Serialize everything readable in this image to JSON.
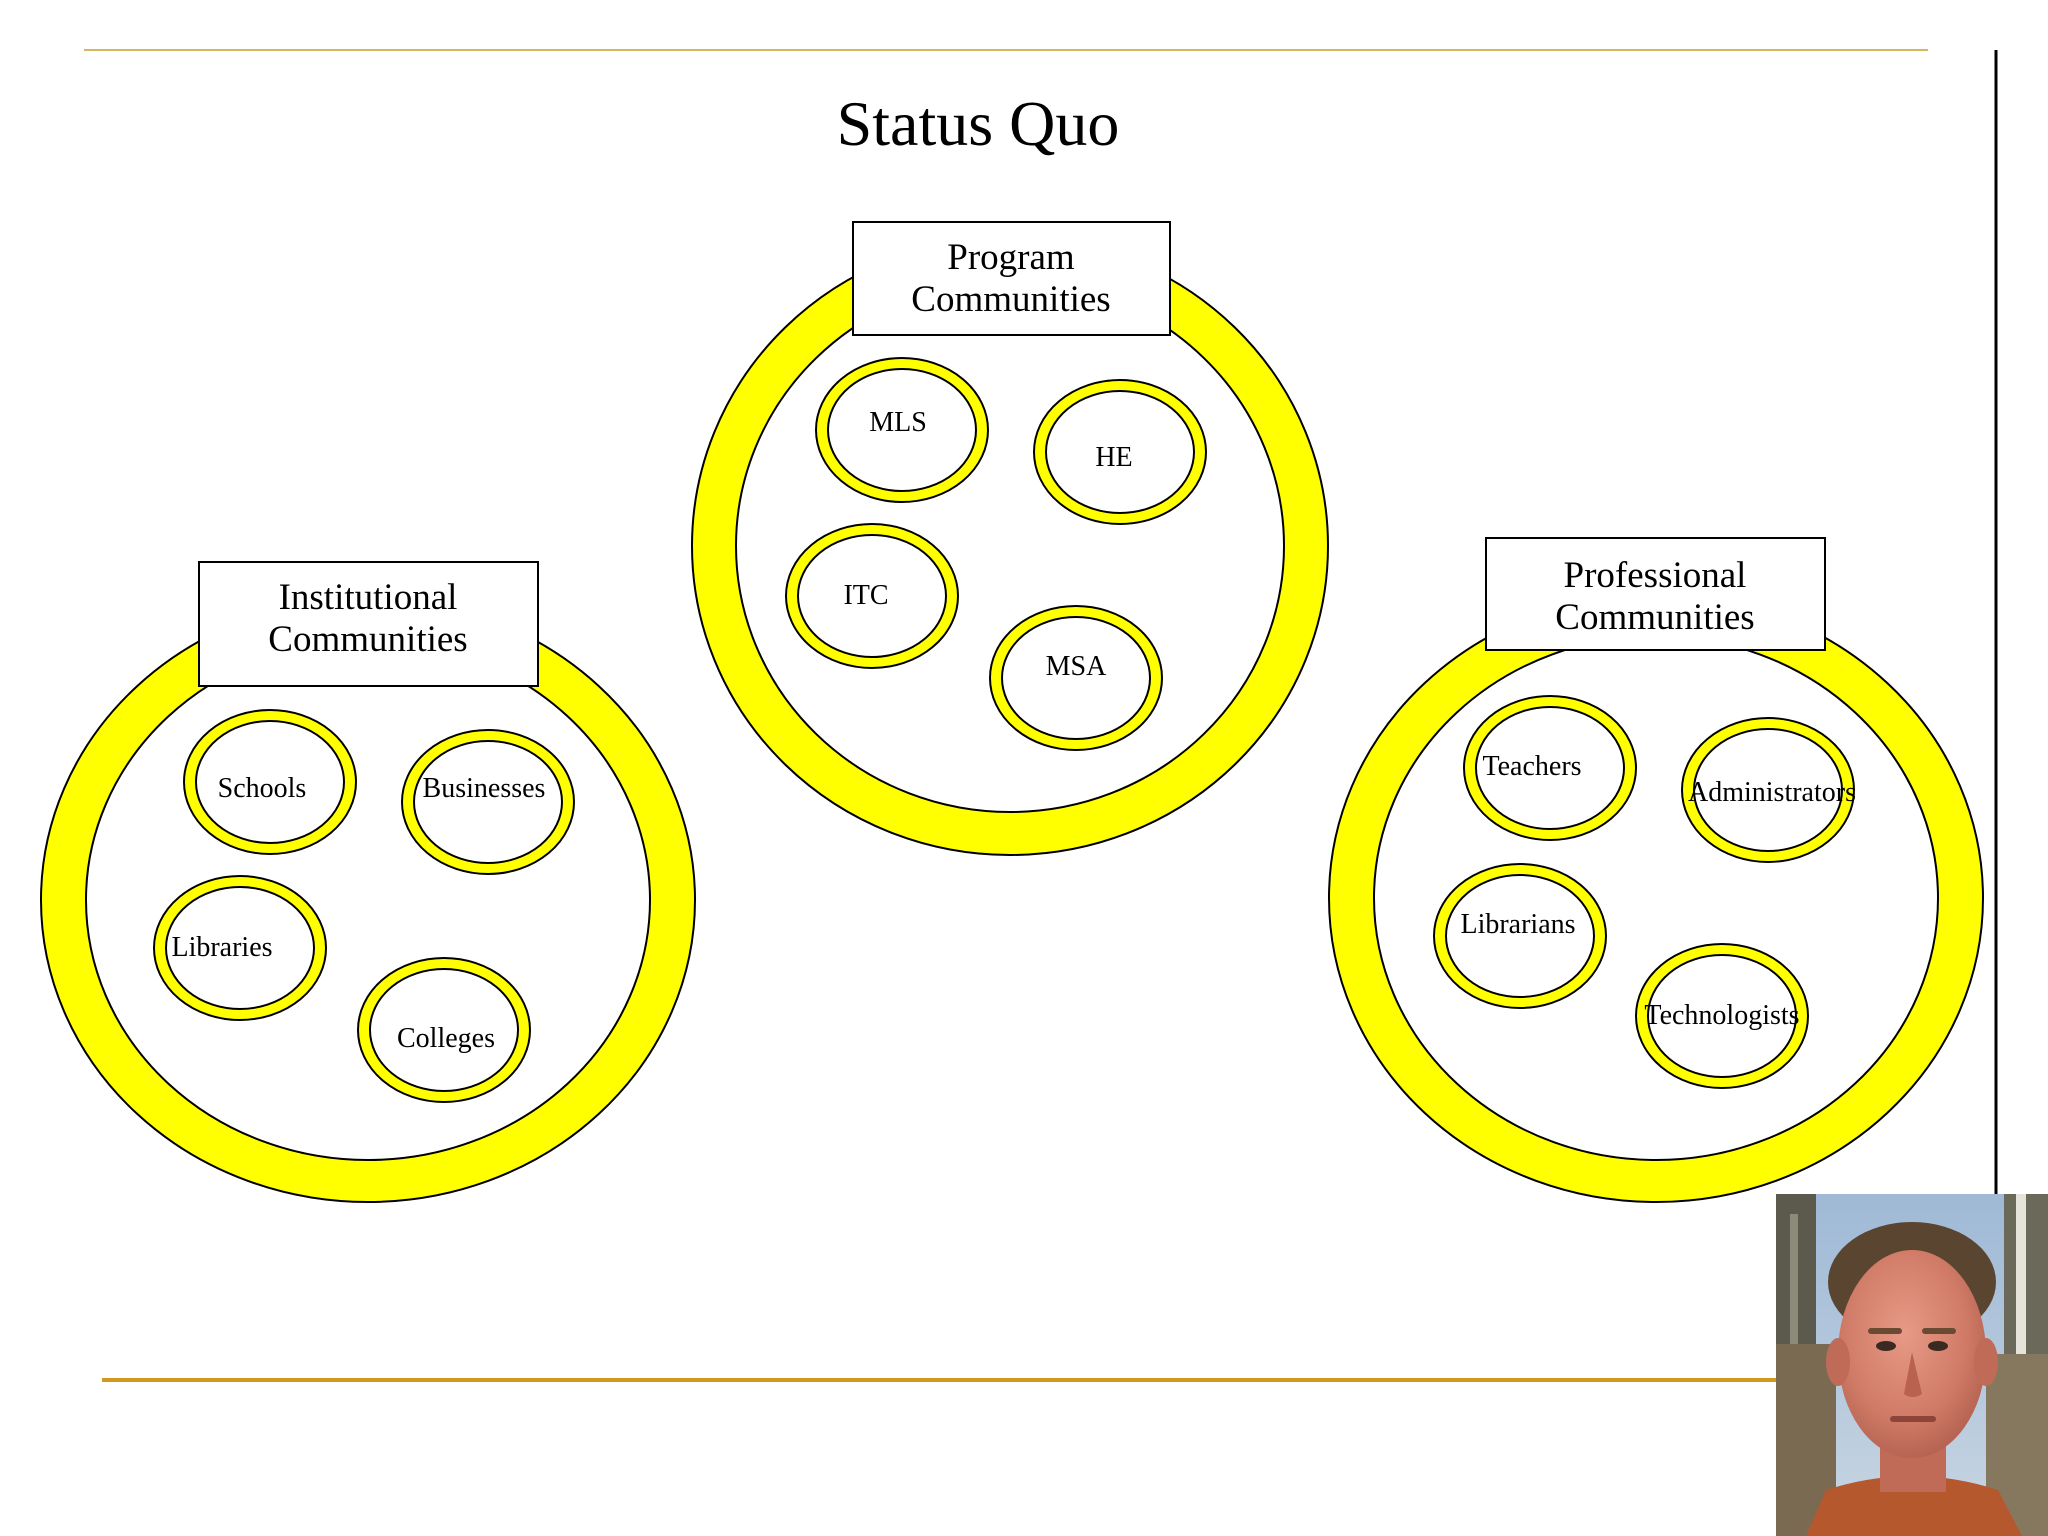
{
  "slide": {
    "title": "Status Quo"
  },
  "colors": {
    "ring_fill": "#ffff00",
    "outline": "#000000",
    "rule_top": "#d4b860",
    "rule_bottom": "#d19a1e",
    "background": "#ffffff"
  },
  "groups": {
    "institutional": {
      "label_line1": "Institutional",
      "label_line2": "Communities",
      "members": [
        "Schools",
        "Businesses",
        "Libraries",
        "Colleges"
      ]
    },
    "program": {
      "label_line1": "Program",
      "label_line2": "Communities",
      "members": [
        "MLS",
        "HE",
        "ITC",
        "MSA"
      ]
    },
    "professional": {
      "label_line1": "Professional",
      "label_line2": "Communities",
      "members": [
        "Teachers",
        "Administrators",
        "Librarians",
        "Technologists"
      ]
    }
  },
  "webcam": {
    "icon": "presenter-video-thumbnail"
  }
}
